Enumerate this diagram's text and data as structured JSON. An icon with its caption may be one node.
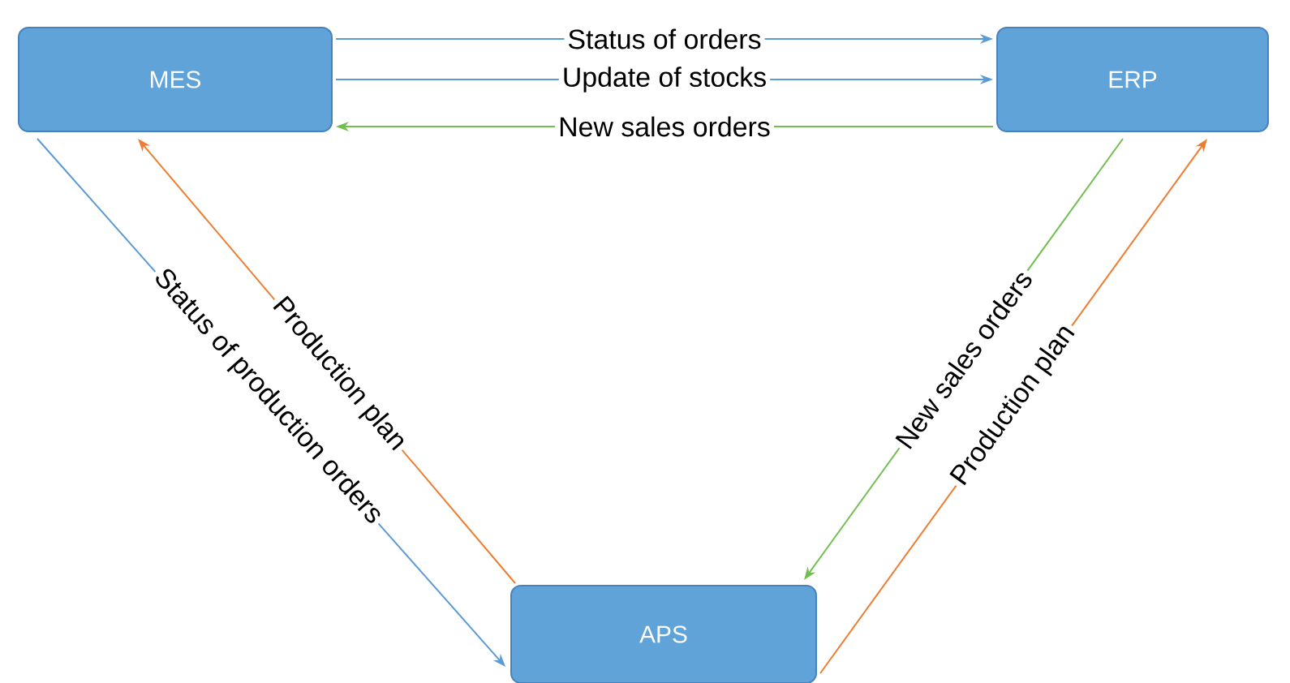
{
  "diagram": {
    "nodes": [
      {
        "text": [
          "MES"
        ]
      },
      {
        "text": [
          "ERP"
        ]
      },
      {
        "text": [
          "APS"
        ]
      }
    ],
    "edges": [
      {
        "from": 0,
        "to": 1,
        "arrow": "to",
        "label": "Status of orders"
      },
      {
        "from": 0,
        "to": 1,
        "arrow": "to",
        "label": "Update of stocks"
      },
      {
        "from": 1,
        "to": 0,
        "arrow": "to",
        "label": "New sales orders",
        "color": "#70bf4f"
      },
      {
        "from": 0,
        "to": 2,
        "arrow": "to",
        "label": "Status of production orders"
      },
      {
        "from": 2,
        "to": 0,
        "arrow": "to",
        "label": "Production plan",
        "color": "#ed7d31"
      },
      {
        "from": 1,
        "to": 2,
        "arrow": "to",
        "label": "New sales orders",
        "color": "#70bf4f"
      },
      {
        "from": 2,
        "to": 1,
        "arrow": "to",
        "label": "Production plan",
        "color": "#ed7d31"
      }
    ]
  }
}
